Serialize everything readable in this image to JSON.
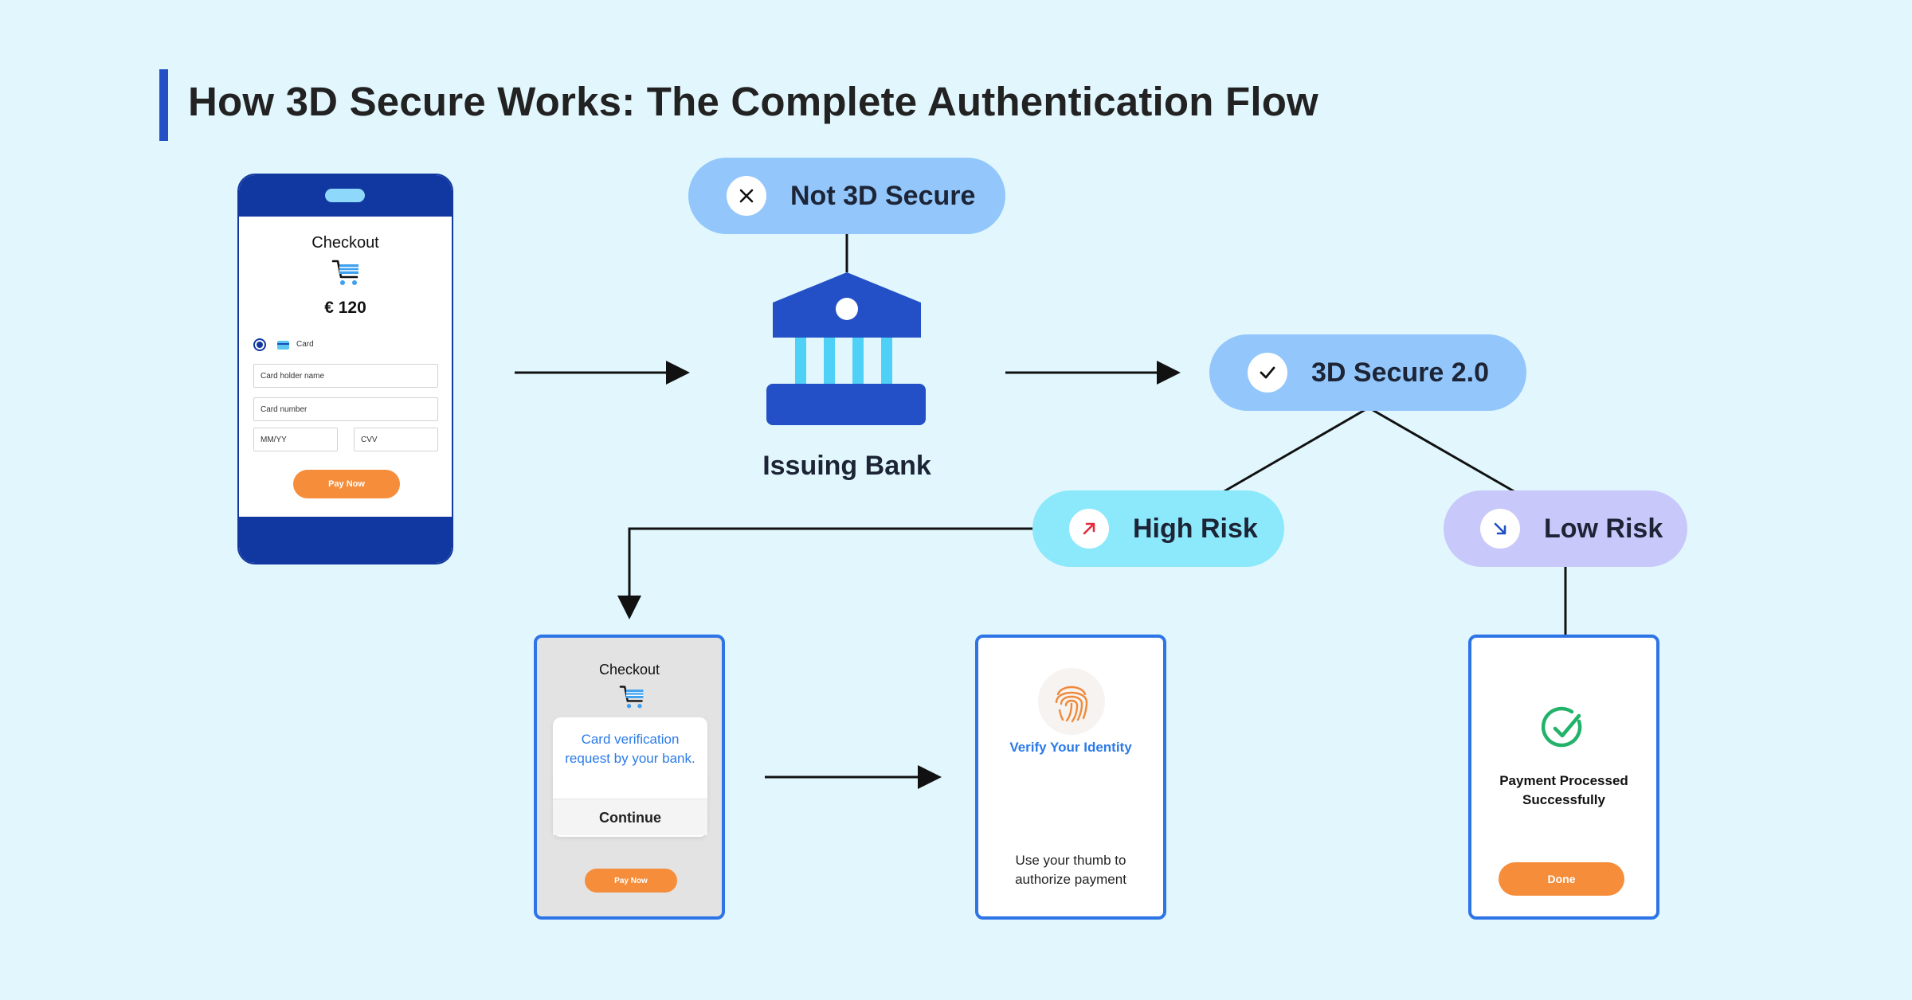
{
  "title": "How 3D Secure Works: The Complete Authentication Flow",
  "colors": {
    "background": "#e1f7fd",
    "accent": "#2350c6",
    "pill_blue": "#93c6fb",
    "pill_cyan": "#8ce8fb",
    "pill_purple": "#c8c8fb",
    "orange": "#f58d3b",
    "link_blue": "#2a7ae8",
    "success_green": "#23b26a"
  },
  "checkout_phone": {
    "title": "Checkout",
    "amount": "€ 120",
    "payment_method": "Card",
    "fields": {
      "holder_name": "Card holder name",
      "card_number": "Card number",
      "expiry": "MM/YY",
      "cvv": "CVV"
    },
    "pay_button": "Pay Now"
  },
  "nodes": {
    "not_3ds": {
      "label": "Not 3D Secure",
      "icon": "close-icon"
    },
    "bank": {
      "label": "Issuing Bank",
      "icon": "bank-icon"
    },
    "three_ds2": {
      "label": "3D Secure 2.0",
      "icon": "check-icon"
    },
    "high_risk": {
      "label": "High Risk",
      "icon": "arrow-up-right-icon"
    },
    "low_risk": {
      "label": "Low Risk",
      "icon": "arrow-down-right-icon"
    }
  },
  "verification_phone": {
    "title": "Checkout",
    "modal_text": "Card verification request by your bank.",
    "continue_label": "Continue",
    "pay_button": "Pay Now"
  },
  "identity_phone": {
    "title": "Verify Your Identity",
    "hint": "Use your thumb to authorize payment",
    "icon": "fingerprint-icon"
  },
  "success_phone": {
    "message": "Payment Processed Successfully",
    "done_button": "Done",
    "icon": "check-circle-icon"
  }
}
